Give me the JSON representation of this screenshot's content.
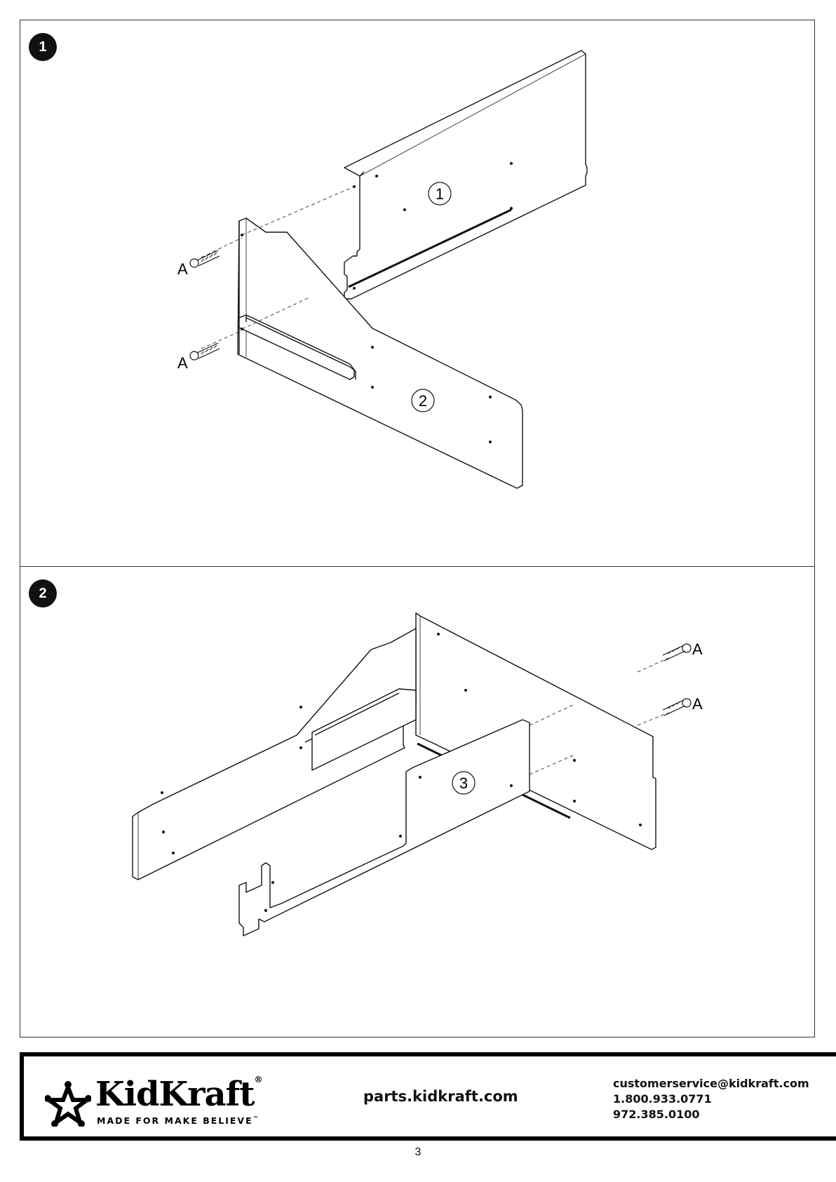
{
  "steps": [
    {
      "number": "1",
      "screw_label": "A",
      "parts": [
        "1",
        "2"
      ]
    },
    {
      "number": "2",
      "screw_label": "A",
      "parts": [
        "3"
      ]
    }
  ],
  "footer": {
    "brand": "KidKraft",
    "tagline": "MADE FOR MAKE BELIEVE",
    "trademark": "™",
    "registered": "®",
    "parts_url": "parts.kidkraft.com",
    "email": "customerservice@kidkraft.com",
    "phone_1": "1.800.933.0771",
    "phone_2": "972.385.0100"
  },
  "page_number": "3"
}
